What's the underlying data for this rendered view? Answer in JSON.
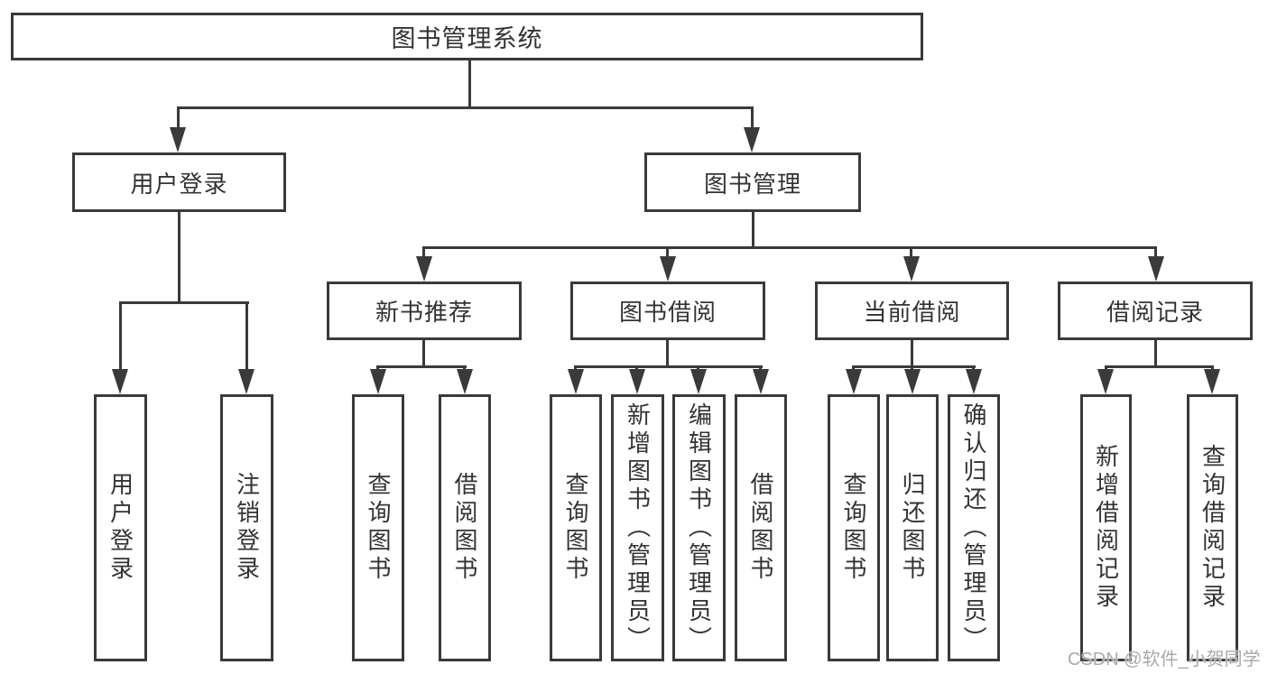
{
  "diagram_title": "图书管理系统",
  "tree": {
    "root": "图书管理系统",
    "branches": [
      {
        "label": "用户登录",
        "children": [
          "用户登录",
          "注销登录"
        ]
      },
      {
        "label": "图书管理",
        "groups": [
          {
            "label": "新书推荐",
            "children": [
              "查询图书",
              "借阅图书"
            ]
          },
          {
            "label": "图书借阅",
            "children": [
              "查询图书",
              "新增图书（管理员）",
              "编辑图书（管理员）",
              "借阅图书"
            ]
          },
          {
            "label": "当前借阅",
            "children": [
              "查询图书",
              "归还图书",
              "确认归还（管理员）"
            ]
          },
          {
            "label": "借阅记录",
            "children": [
              "新增借阅记录",
              "查询借阅记录"
            ]
          }
        ]
      }
    ]
  },
  "watermark": {
    "text": "CSDN @软件_小贺同学"
  },
  "colors": {
    "line": "#3a3a3a",
    "text": "#333333",
    "background": "#ffffff",
    "watermark": "#a9a9a9"
  }
}
